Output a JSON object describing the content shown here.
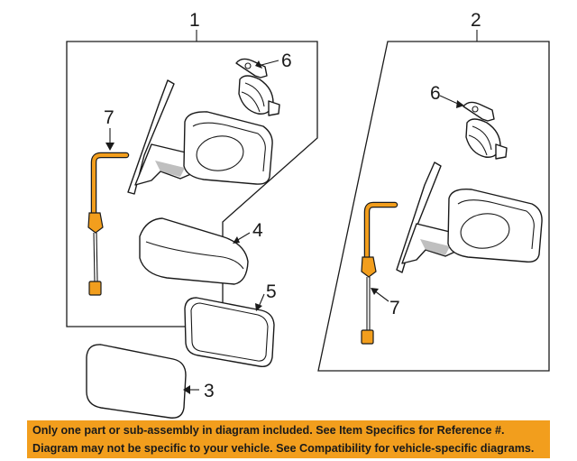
{
  "diagram": {
    "callouts": {
      "assembly_left": "1",
      "assembly_right": "2",
      "glass_large": "3",
      "cover": "4",
      "glass_small": "5",
      "motor_left": "6",
      "motor_right": "6",
      "harness_left": "7",
      "harness_right": "7"
    },
    "colors": {
      "highlight": "#f29e1d",
      "line": "#1a1a1a"
    }
  },
  "banner": {
    "line1": "Only one part or sub-assembly in diagram included. See Item Specifics for Reference #.",
    "line2": "Diagram may not be specific to your vehicle. See Compatibility for vehicle-specific diagrams."
  }
}
